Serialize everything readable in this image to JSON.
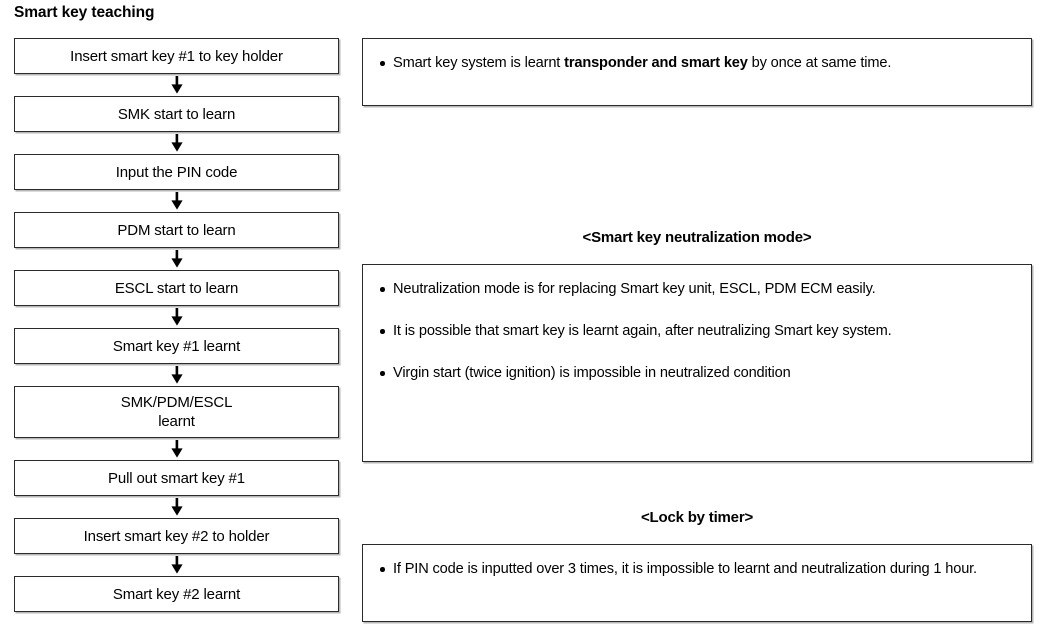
{
  "title": "Smart key teaching",
  "flow": {
    "steps": [
      {
        "label": "Insert smart key #1 to key holder",
        "lines": 1
      },
      {
        "label": "SMK start to learn",
        "lines": 1
      },
      {
        "label": "Input the PIN code",
        "lines": 1
      },
      {
        "label": "PDM start to learn",
        "lines": 1
      },
      {
        "label": "ESCL start to learn",
        "lines": 1
      },
      {
        "label": "Smart key #1 learnt",
        "lines": 1
      },
      {
        "label": "SMK/PDM/ESCL\nlearnt",
        "lines": 2
      },
      {
        "label": "Pull out smart key #1",
        "lines": 1
      },
      {
        "label": "Insert smart key #2 to holder",
        "lines": 1
      },
      {
        "label": "Smart key #2 learnt",
        "lines": 1
      }
    ],
    "arrow_icon": "arrow-down-icon"
  },
  "notes": {
    "box1": {
      "bullets": [
        {
          "pre": "Smart key system is learnt ",
          "bold": "transponder and smart key",
          "post": " by once at same  time."
        }
      ]
    },
    "heading_neutralization": "<Smart key neutralization mode>",
    "box2": {
      "bullets": [
        {
          "text": "Neutralization mode is for replacing Smart key unit, ESCL, PDM ECM easily."
        },
        {
          "text": "It is possible that smart key is learnt again, after neutralizing Smart key system."
        },
        {
          "text": "Virgin start (twice ignition) is impossible in neutralized condition"
        }
      ]
    },
    "heading_lock": "<Lock by timer>",
    "box3": {
      "bullets": [
        {
          "text": "If PIN code is inputted over 3 times, it is impossible to learnt and neutralization during 1 hour."
        }
      ]
    }
  },
  "colors": {
    "border": "#2b2b2b",
    "shadow": "#b7b7b7",
    "text": "#000000",
    "background": "#ffffff"
  }
}
